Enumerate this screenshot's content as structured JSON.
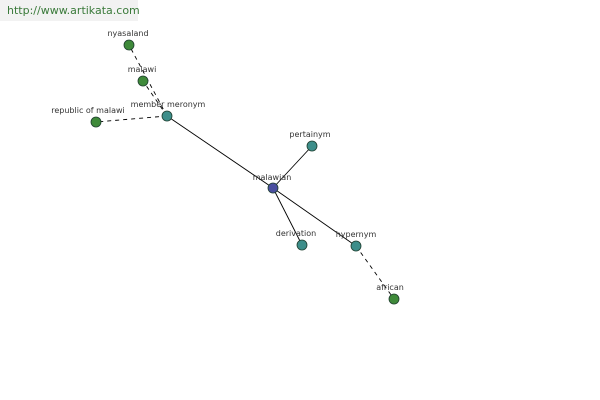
{
  "watermark": "http://www.artikata.com",
  "colors": {
    "center_node": "#4a4fa0",
    "relation_node": "#3d8e8a",
    "leaf_node": "#3f8a3a",
    "node_stroke": "#1f3f2f",
    "edge": "#000000"
  },
  "nodes": [
    {
      "id": "malawian",
      "label": "malawian",
      "kind": "center"
    },
    {
      "id": "member-meronym",
      "label": "member meronym",
      "kind": "relation"
    },
    {
      "id": "pertainym",
      "label": "pertainym",
      "kind": "relation"
    },
    {
      "id": "derivation",
      "label": "derivation",
      "kind": "relation"
    },
    {
      "id": "hypernym",
      "label": "hypernym",
      "kind": "relation"
    },
    {
      "id": "nyasaland",
      "label": "nyasaland",
      "kind": "leaf"
    },
    {
      "id": "malawi",
      "label": "malawi",
      "kind": "leaf"
    },
    {
      "id": "republic-of-malawi",
      "label": "republic of malawi",
      "kind": "leaf"
    },
    {
      "id": "african",
      "label": "african",
      "kind": "leaf"
    }
  ],
  "edges": [
    {
      "from": "malawian",
      "to": "member-meronym",
      "style": "solid"
    },
    {
      "from": "malawian",
      "to": "pertainym",
      "style": "solid"
    },
    {
      "from": "malawian",
      "to": "derivation",
      "style": "solid"
    },
    {
      "from": "malawian",
      "to": "hypernym",
      "style": "solid"
    },
    {
      "from": "member-meronym",
      "to": "nyasaland",
      "style": "dashed"
    },
    {
      "from": "member-meronym",
      "to": "malawi",
      "style": "dashed"
    },
    {
      "from": "member-meronym",
      "to": "republic-of-malawi",
      "style": "dashed"
    },
    {
      "from": "hypernym",
      "to": "african",
      "style": "dashed"
    }
  ]
}
